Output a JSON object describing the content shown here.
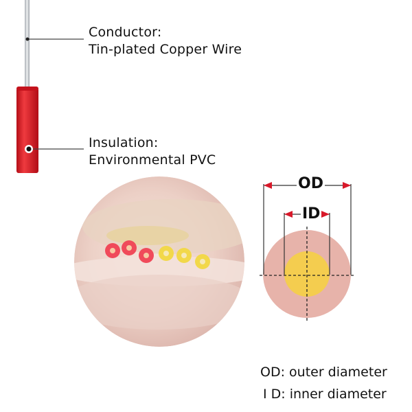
{
  "conductor": {
    "title": "Conductor:",
    "description": "Tin-plated Copper Wire"
  },
  "insulation": {
    "title": "Insulation:",
    "description": "Environmental PVC"
  },
  "cross_section": {
    "od_label": "OD",
    "id_label": "ID"
  },
  "legend": {
    "od": "OD: outer diameter",
    "id": "I D: inner diameter"
  },
  "colors": {
    "insulation_red": "#d9151f",
    "conductor_silver": "#c9cdd2",
    "outer_ring": "#e7b3aa",
    "inner_core": "#f4cd4f",
    "marker_red": "#d8192a",
    "photo_skin": "#f0d3cc"
  }
}
